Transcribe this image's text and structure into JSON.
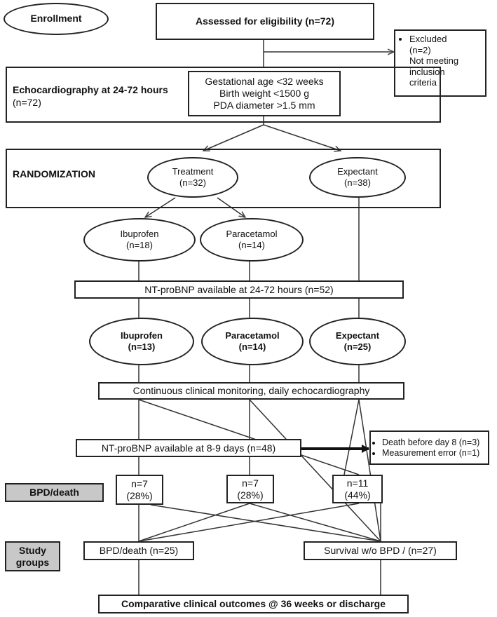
{
  "enrollment": "Enrollment",
  "assessed": "Assessed for eligibility (n=72)",
  "excluded": {
    "title": "Excluded",
    "n": "(n=2)",
    "lines": [
      "Not meeting",
      "inclusion",
      "criteria"
    ]
  },
  "echo": {
    "title": "Echocardiography at 24-72 hours",
    "n": "(n=72)"
  },
  "criteria": [
    "Gestational age <32 weeks",
    "Birth weight <1500 g",
    "PDA diameter >1.5 mm"
  ],
  "randomization": "RANDOMIZATION",
  "treatment": {
    "label": "Treatment",
    "n": "(n=32)"
  },
  "expectant_top": {
    "label": "Expectant",
    "n": "(n=38)"
  },
  "ibuprofen_top": {
    "label": "Ibuprofen",
    "n": "(n=18)"
  },
  "paracetamol_top": {
    "label": "Paracetamol",
    "n": "(n=14)"
  },
  "ntpro_24": "NT-proBNP available at 24-72 hours (n=52)",
  "ibuprofen_mid": {
    "label": "Ibuprofen",
    "n": "(n=13)"
  },
  "paracetamol_mid": {
    "label": "Paracetamol",
    "n": "(n=14)"
  },
  "expectant_mid": {
    "label": "Expectant",
    "n": "(n=25)"
  },
  "monitoring": "Continuous clinical monitoring, daily echocardiography",
  "ntpro_8": "NT-proBNP available at 8-9 days (n=48)",
  "losses": [
    "Death before day 8 (n=3)",
    "Measurement error (n=1)"
  ],
  "bpd_death_label": "BPD/death",
  "bpd_counts": [
    {
      "n": "n=7",
      "pct": "(28%)"
    },
    {
      "n": "n=7",
      "pct": "(28%)"
    },
    {
      "n": "n=11",
      "pct": "(44%)"
    }
  ],
  "study_groups": {
    "line1": "Study",
    "line2": "groups"
  },
  "group_bpd": "BPD/death (n=25)",
  "group_survival": "Survival w/o BPD / (n=27)",
  "outcomes": "Comparative clinical outcomes @ 36 weeks or discharge"
}
